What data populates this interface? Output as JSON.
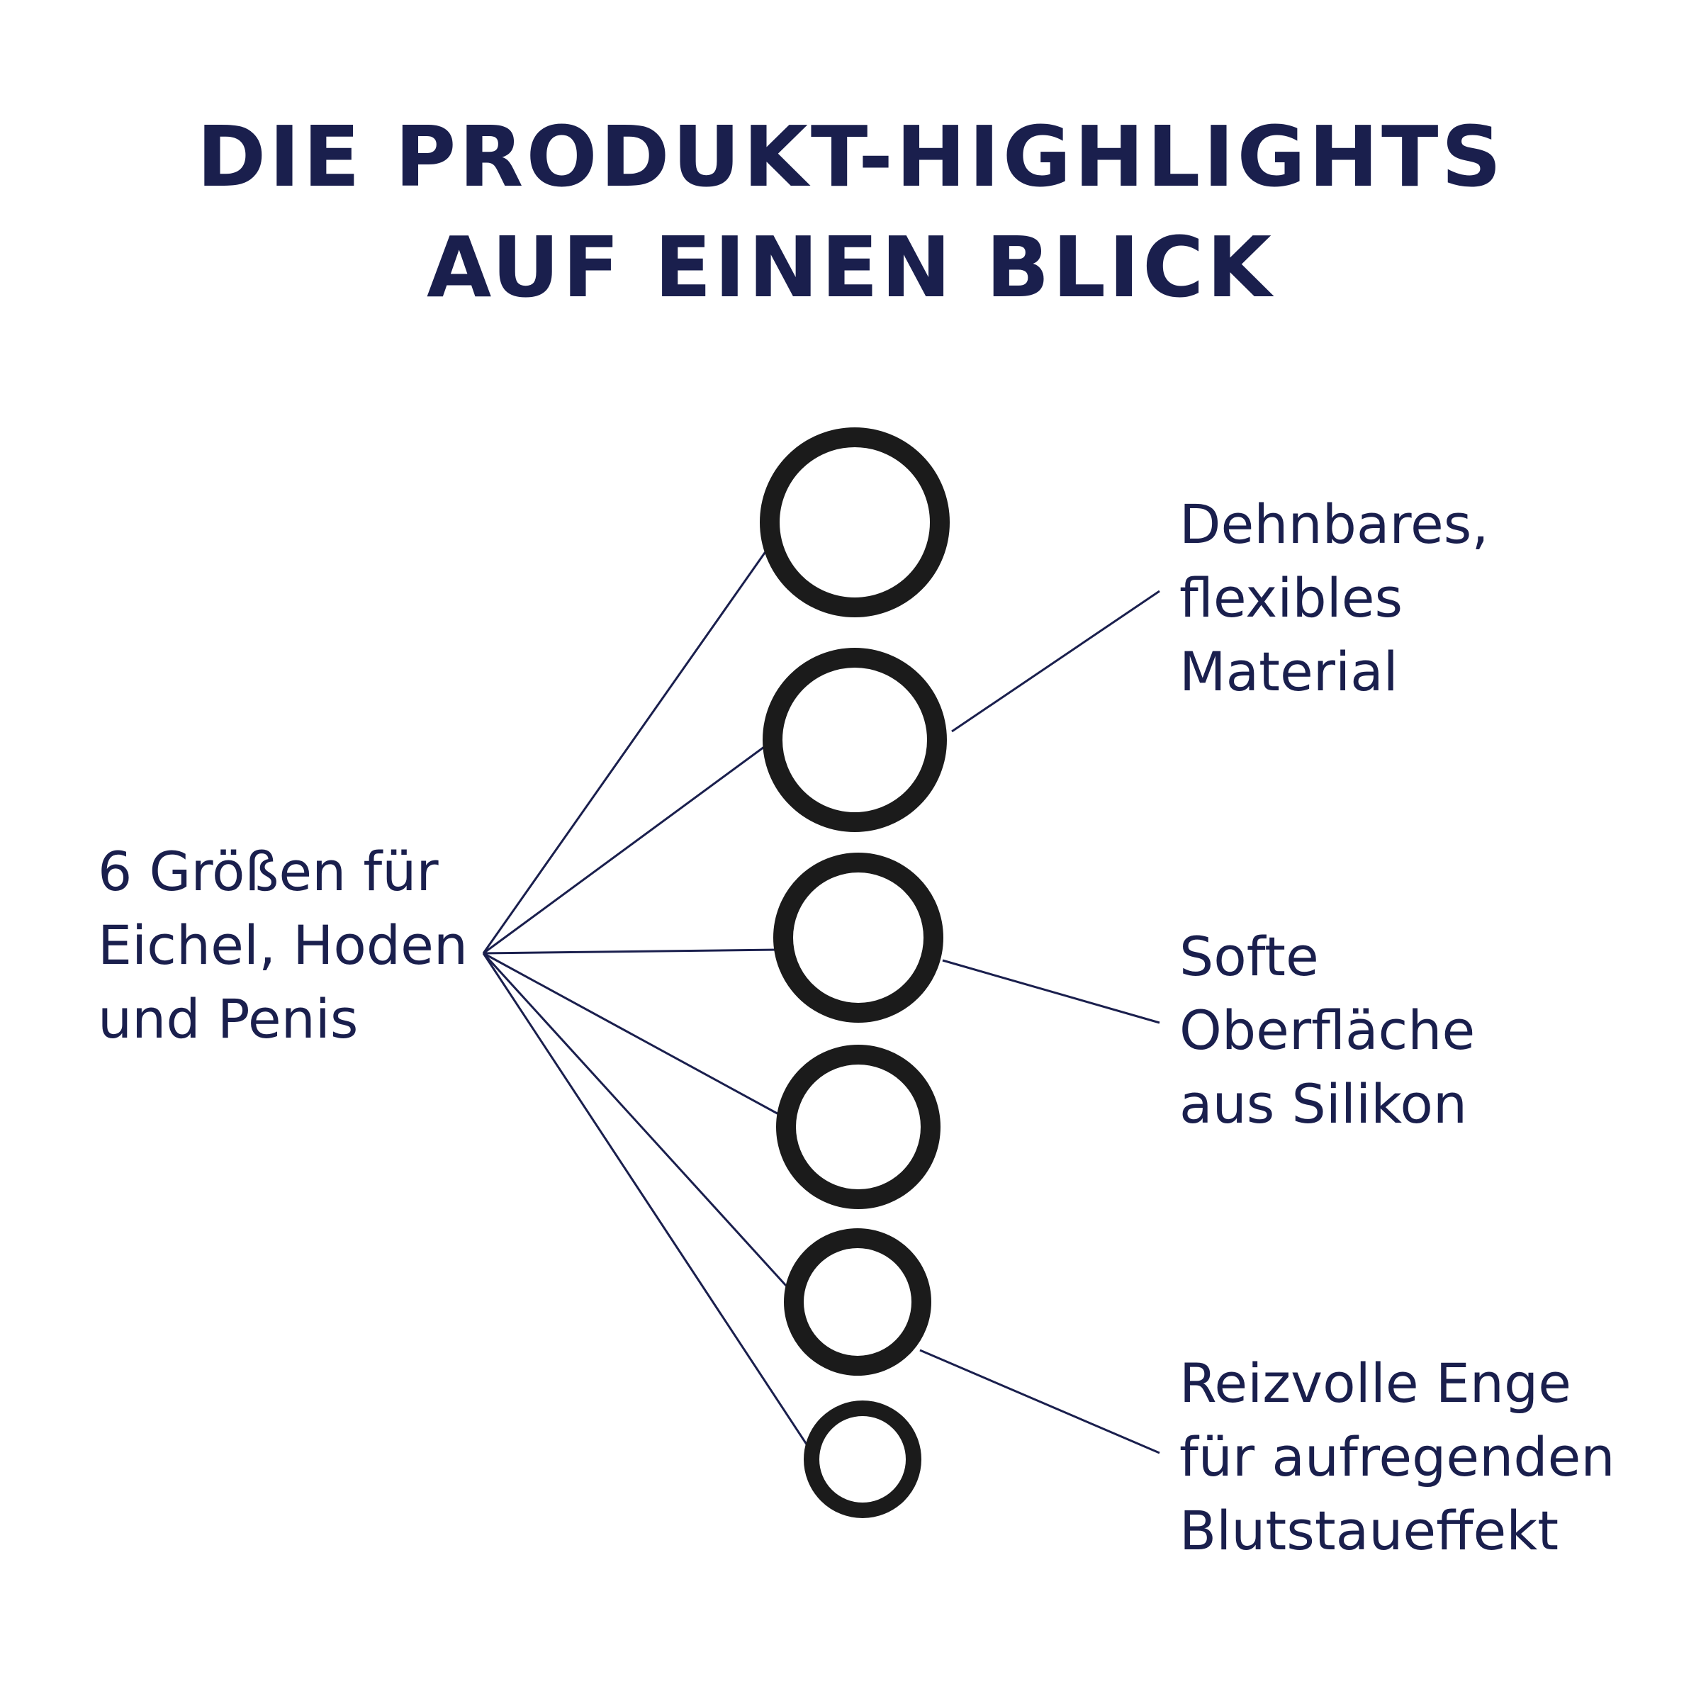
{
  "title": {
    "line1": "DIE PRODUKT-HIGHLIGHTS",
    "line2": "AUF EINEN BLICK"
  },
  "callouts": {
    "left": [
      "6 Größen für",
      "Eichel, Hoden",
      "und Penis"
    ],
    "right_1": [
      "Dehnbares,",
      "flexibles",
      "Material"
    ],
    "right_2": [
      "Softe",
      "Oberfläche",
      "aus Silikon"
    ],
    "right_3": [
      "Reizvolle Enge",
      "für aufregenden",
      "Blutstaueffekt"
    ]
  },
  "colors": {
    "text": "#1a1f4d",
    "ring": "#1b1b1b",
    "line": "#1a1f4d",
    "background": "#ffffff"
  }
}
